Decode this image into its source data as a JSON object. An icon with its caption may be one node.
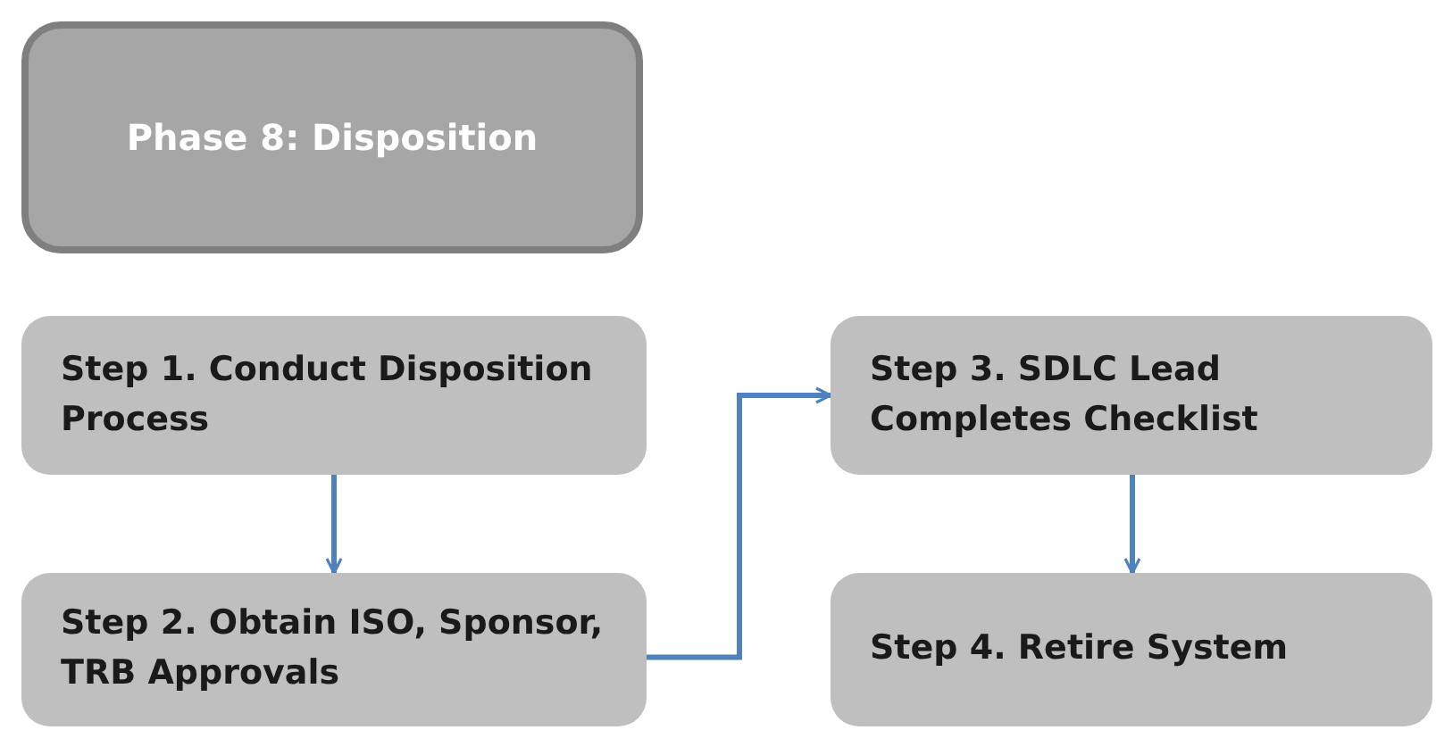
{
  "diagram": {
    "nodes": [
      {
        "text": [
          "Phase 8: Disposition"
        ]
      },
      {
        "text": [
          "Step 1. Conduct Disposition Process"
        ]
      },
      {
        "text": [
          "Step 2. Obtain ISO, Sponsor, TRB Approvals"
        ]
      },
      {
        "text": [
          "Step 3. SDLC Lead Completes Checklist"
        ]
      },
      {
        "text": [
          "Step 4. Retire System"
        ]
      }
    ],
    "edges": [
      {
        "from": 1,
        "to": 2,
        "arrow": "to"
      },
      {
        "from": 2,
        "to": 3,
        "arrow": "to"
      },
      {
        "from": 3,
        "to": 4,
        "arrow": "to"
      }
    ]
  }
}
